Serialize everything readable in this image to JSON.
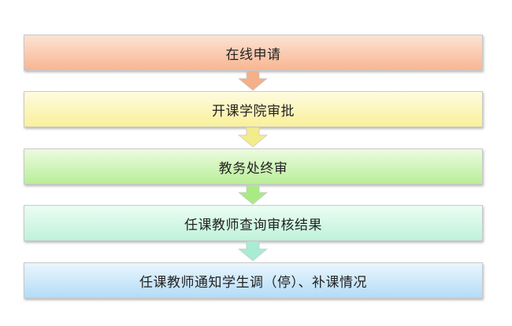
{
  "steps": [
    {
      "label": "在线申请",
      "color_top": "#fde3d4",
      "color_bottom": "#f8b692"
    },
    {
      "label": "开课学院审批",
      "color_top": "#fefbe0",
      "color_bottom": "#faf09a"
    },
    {
      "label": "教务处终审",
      "color_top": "#ecfbe0",
      "color_bottom": "#b9ee98"
    },
    {
      "label": "任课教师查询审核结果",
      "color_top": "#ecfdf4",
      "color_bottom": "#bff2d9"
    },
    {
      "label": "任课教师通知学生调（停）、补课情况",
      "color_top": "#eaf6fd",
      "color_bottom": "#b3dcf6"
    }
  ],
  "arrows": [
    {
      "color": "#f3b08a"
    },
    {
      "color": "#f3ec8a"
    },
    {
      "color": "#a9ea85"
    },
    {
      "color": "#a8ecd4"
    }
  ]
}
